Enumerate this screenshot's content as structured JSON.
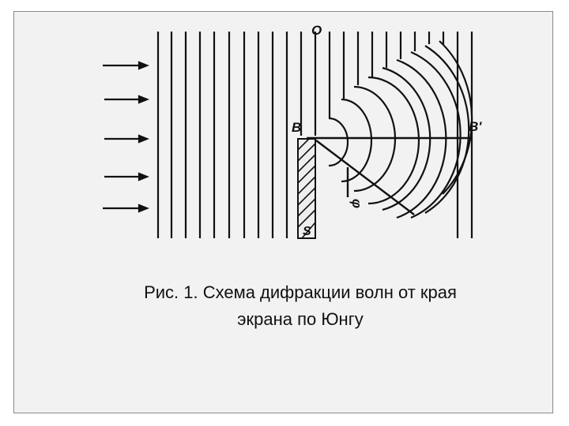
{
  "figure": {
    "labels": {
      "o": "O",
      "b": "B",
      "b_prime": "B'",
      "s": "S",
      "phi": "φ"
    }
  },
  "caption": {
    "line1": "Рис. 1. Схема дифракции волн от края",
    "line2": "экрана по Юнгу"
  }
}
